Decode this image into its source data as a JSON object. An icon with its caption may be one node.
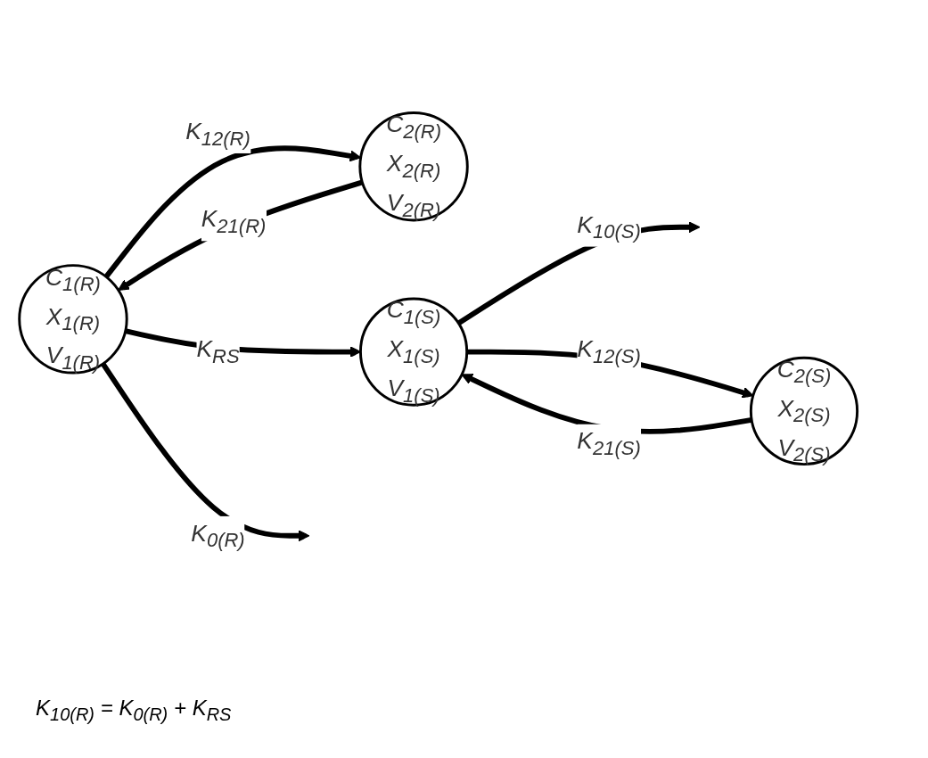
{
  "diagram": {
    "nodes": [
      {
        "text": [
          "C$_{1(R)}$ X$_{1(R)}$ V$_{1(R)}$"
        ]
      },
      {
        "text": [
          "C$_{2(R)}$ X$_{2(R)}$ V$_{2(R)}$"
        ]
      },
      {
        "text": [
          "C$_{1(S)}$ X$_{1(S)}$ V$_{1(S)}$"
        ]
      },
      {
        "text": [
          "C$_{2(S)}$ X$_{2(S)}$ V$_{2(S)}$"
        ]
      }
    ],
    "edges": [
      {
        "from": 0,
        "to": null,
        "arrow": "to",
        "label": "K$_{0(R)}$"
      },
      {
        "from": 0,
        "to": 1,
        "arrow": "to",
        "label": "K$_{12(R)}$"
      },
      {
        "from": 1,
        "to": 0,
        "arrow": "to",
        "label": "K$_{21(R)}$"
      },
      {
        "from": 0,
        "to": 2,
        "arrow": "to",
        "label": "K$_{RS}$"
      },
      {
        "from": 2,
        "to": null,
        "arrow": "to",
        "label": "K$_{10(S)}$"
      },
      {
        "from": 2,
        "to": 3,
        "arrow": "to",
        "label": "K$_{12(S)}$"
      },
      {
        "from": 3,
        "to": 2,
        "arrow": "to",
        "label": "K$_{21(S)}$"
      }
    ],
    "labels": [
      "K$_{10(R)}$ = K$_{0(R)}$ + K$_{RS}$"
    ]
  }
}
